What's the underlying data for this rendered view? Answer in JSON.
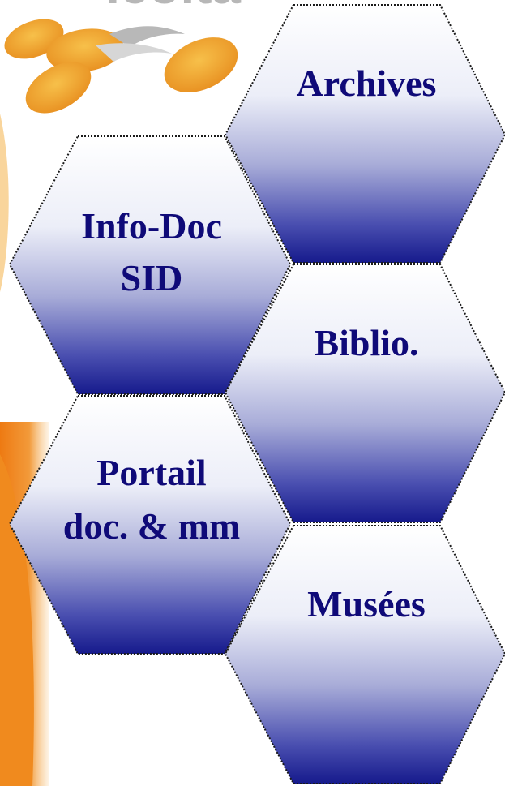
{
  "logo_text": "Icoltà",
  "hexagons": [
    {
      "id": "archives",
      "lines": [
        "Archives"
      ]
    },
    {
      "id": "info-doc",
      "lines": [
        "Info-Doc",
        "SID"
      ]
    },
    {
      "id": "biblio",
      "lines": [
        "Biblio."
      ]
    },
    {
      "id": "portail",
      "lines": [
        "Portail",
        "doc. & mm"
      ]
    },
    {
      "id": "musees",
      "lines": [
        "Musées"
      ]
    }
  ],
  "colors": {
    "hex_top": "#ffffff",
    "hex_bottom": "#161a8c",
    "hex_text": "#0f0a78",
    "orange": "#f08a1e",
    "orange_light": "#f4b24a"
  }
}
